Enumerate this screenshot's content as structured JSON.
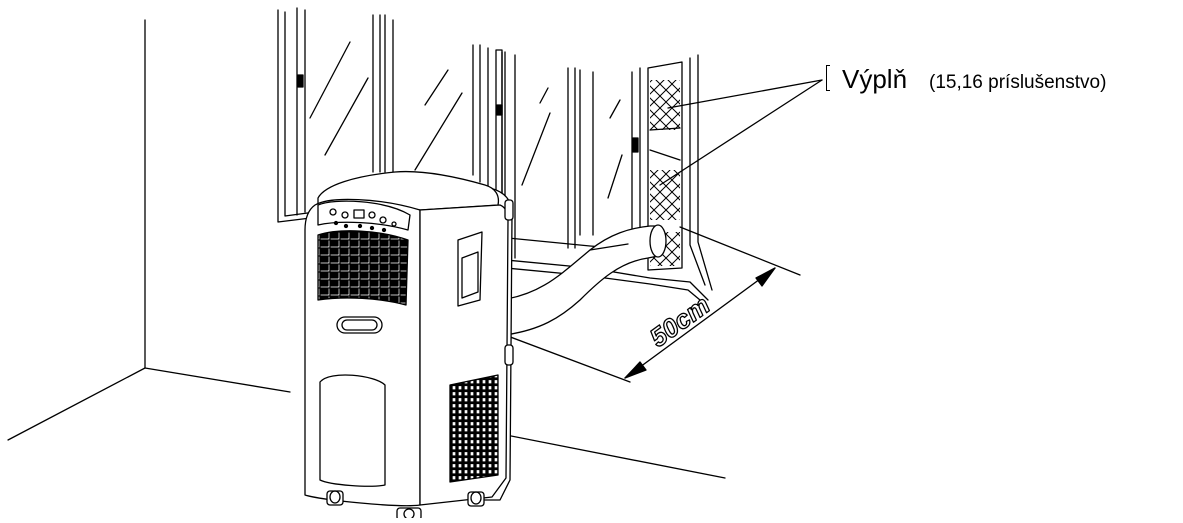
{
  "callout": {
    "main": "Výplň",
    "sub": "(15,16 príslušenstvo)"
  },
  "dimension": {
    "text": "50cm"
  }
}
